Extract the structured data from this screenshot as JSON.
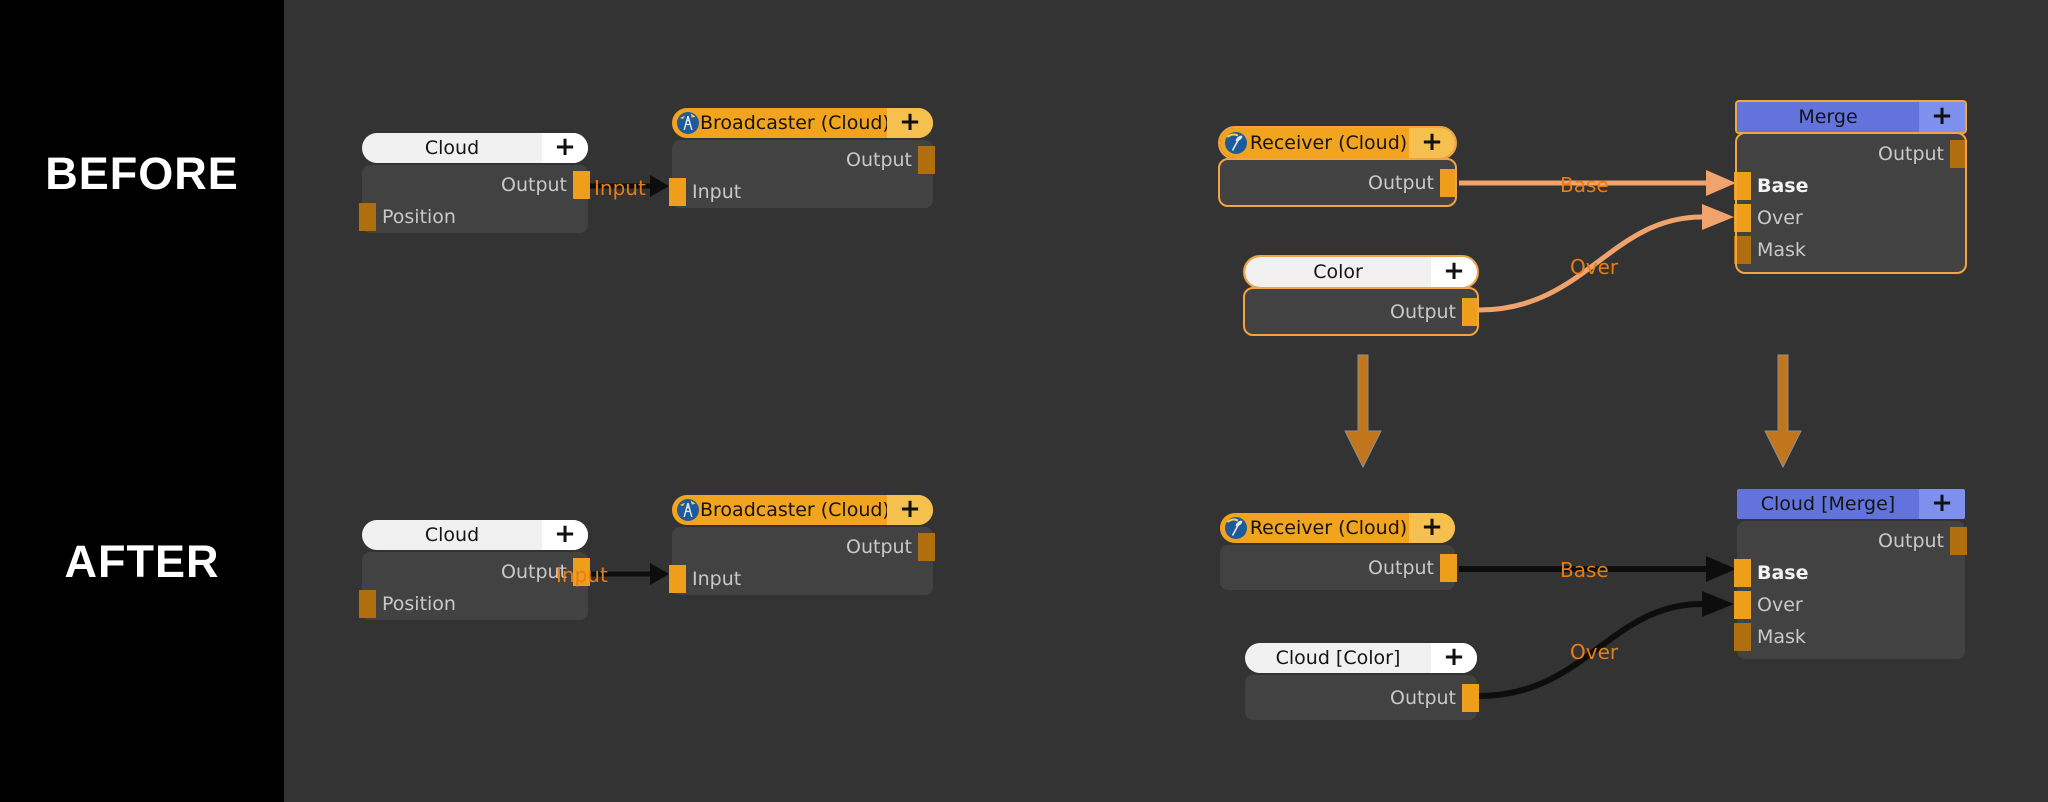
{
  "sidebar": {
    "before": "BEFORE",
    "after": "AFTER"
  },
  "wire_labels": {
    "input_before": "Input",
    "base_before": "Base",
    "over_before": "Over",
    "input_after": "Input",
    "base_after": "Base",
    "over_after": "Over"
  },
  "nodes": {
    "cloud_before": {
      "title": "Cloud",
      "plus": "+",
      "output": "Output",
      "position": "Position"
    },
    "broadcaster_before": {
      "title": "Broadcaster (Cloud)",
      "plus": "+",
      "output": "Output",
      "input": "Input"
    },
    "receiver_before": {
      "title": "Receiver (Cloud)",
      "plus": "+",
      "output": "Output"
    },
    "color_before": {
      "title": "Color",
      "plus": "+",
      "output": "Output"
    },
    "merge_before": {
      "title": "Merge",
      "plus": "+",
      "output": "Output",
      "base": "Base",
      "over": "Over",
      "mask": "Mask"
    },
    "cloud_after": {
      "title": "Cloud",
      "plus": "+",
      "output": "Output",
      "position": "Position"
    },
    "broadcaster_after": {
      "title": "Broadcaster (Cloud)",
      "plus": "+",
      "output": "Output",
      "input": "Input"
    },
    "receiver_after": {
      "title": "Receiver (Cloud)",
      "plus": "+",
      "output": "Output"
    },
    "cloud_color_after": {
      "title": "Cloud [Color]",
      "plus": "+",
      "output": "Output"
    },
    "cloud_merge_after": {
      "title": "Cloud [Merge]",
      "plus": "+",
      "output": "Output",
      "base": "Base",
      "over": "Over",
      "mask": "Mask"
    }
  },
  "icons": {
    "broadcaster": "broadcast-tower-icon",
    "receiver": "satellite-receiver-icon"
  },
  "colors": {
    "canvas": "#333333",
    "sidebar": "#000000",
    "node_body": "#424242",
    "header_white": "#f1f1f1",
    "header_orange": "#f2a41f",
    "header_blue": "#6274dc",
    "port_connected": "#ee9e1a",
    "port_unconnected": "#b06e0e",
    "selection_outline": "#f0a444",
    "wire_before": "#f1a36e",
    "wire_after": "#0d0d0d",
    "wire_label": "#e87d12",
    "transition_arrow": "#c1761d"
  }
}
